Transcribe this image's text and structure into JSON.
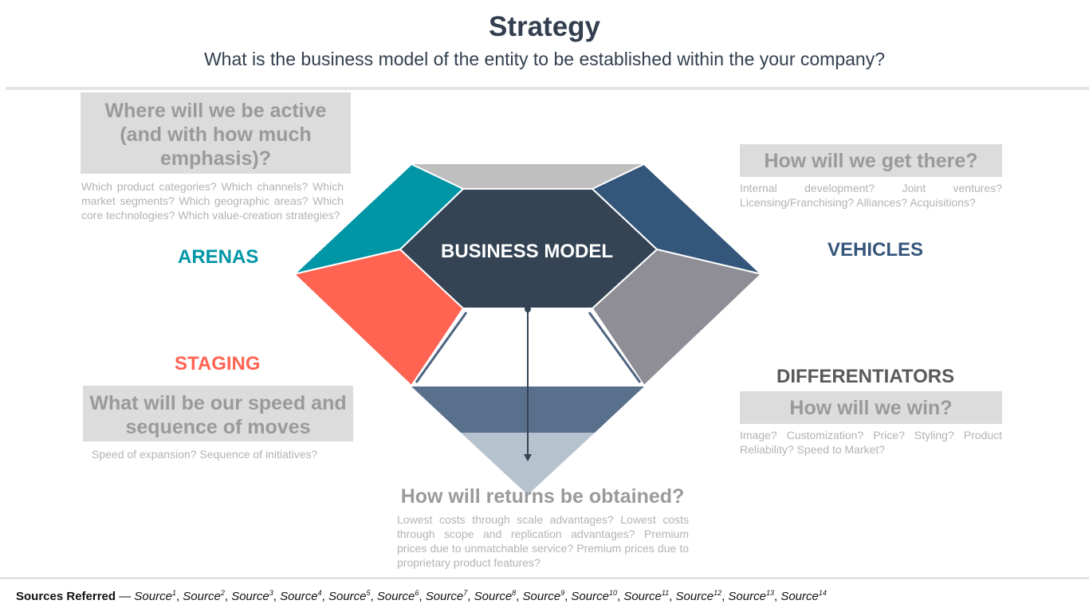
{
  "header": {
    "title": "Strategy",
    "subtitle": "What is the business model of the entity to be established within the your company?"
  },
  "center": {
    "label": "BUSINESS MODEL"
  },
  "arenas": {
    "label": "ARENAS",
    "question": "Where will we be active (and with how much emphasis)?",
    "description": "Which product categories? Which channels? Which market segments? Which geographic areas? Which core technologies? Which value-creation strategies?",
    "color": "#0096a6"
  },
  "vehicles": {
    "label": "VEHICLES",
    "question": "How will we get there?",
    "description": "Internal development? Joint ventures? Licensing/Franchising? Alliances? Acquisitions?",
    "color": "#34567a"
  },
  "staging": {
    "label": "STAGING",
    "question": "What will be our speed and sequence of moves",
    "description": "Speed of expansion? Sequence of initiatives?",
    "color": "#ff6352"
  },
  "differentiators": {
    "label": "DIFFERENTIATORS",
    "question": "How will we win?",
    "description": "Image? Customization? Price? Styling? Product Reliability? Speed to Market?",
    "color": "#8f8d96"
  },
  "economic_logic": {
    "question": "How will returns be obtained?",
    "description": "Lowest costs through scale advantages? Lowest costs through scope and replication advantages? Premium prices due to unmatchable service? Premium prices due to proprietary product features?"
  },
  "footer": {
    "label": "Sources Referred",
    "separator": "—",
    "sources": [
      {
        "name": "Source",
        "n": "1"
      },
      {
        "name": "Source",
        "n": "2"
      },
      {
        "name": "Source",
        "n": "3"
      },
      {
        "name": "Source",
        "n": "4"
      },
      {
        "name": "Source",
        "n": "5"
      },
      {
        "name": "Source",
        "n": "6"
      },
      {
        "name": "Source",
        "n": "7"
      },
      {
        "name": "Source",
        "n": "8"
      },
      {
        "name": "Source",
        "n": "9"
      },
      {
        "name": "Source",
        "n": "10"
      },
      {
        "name": "Source",
        "n": "11"
      },
      {
        "name": "Source",
        "n": "12"
      },
      {
        "name": "Source",
        "n": "13"
      },
      {
        "name": "Source",
        "n": "14"
      }
    ]
  }
}
